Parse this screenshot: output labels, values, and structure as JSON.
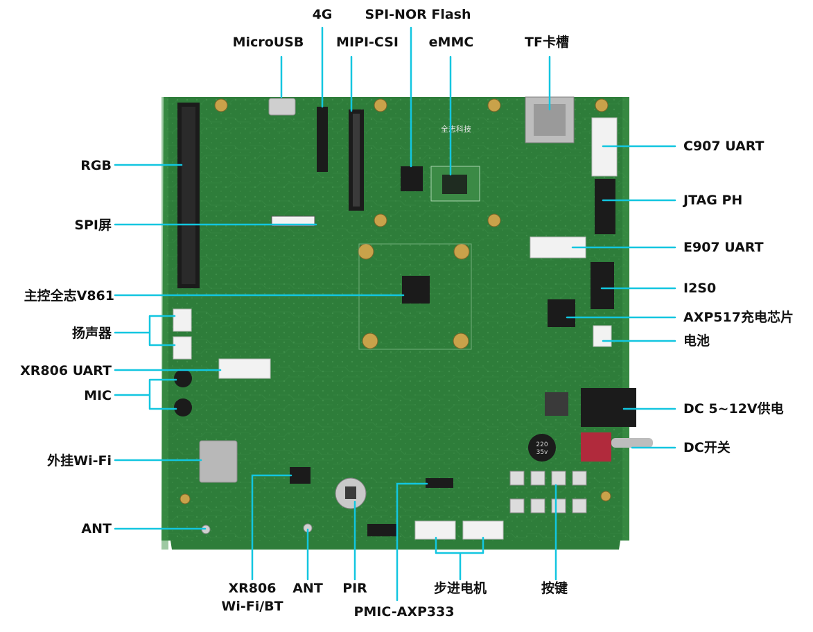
{
  "colors": {
    "pcb": "#2e7d3a",
    "pcb_dark": "#1f5e2b",
    "pcb_edge": "#3e9448",
    "callout": "#12c6e0",
    "text": "#111111",
    "gold": "#c9a24a",
    "black_part": "#1b1b1b",
    "white_part": "#f2f2f2",
    "cap_label": "#d6d6d6"
  },
  "labels": {
    "mipi_csi": "MIPI-CSI",
    "spi_nor": "SPI-NOR Flash",
    "emmc": "eMMC",
    "tf_slot": "TF卡槽",
    "usb": "MicroUSB",
    "g4": "4G",
    "rgb": "RGB",
    "spi_screen": "SPI屏",
    "main_soc": "主控全志V861",
    "speaker": "扬声器",
    "xr806_uart": "XR806 UART",
    "mic": "MIC",
    "ext_wifi": "外挂Wi-Fi",
    "ant_left": "ANT",
    "xr806_wifi_line1": "XR806",
    "xr806_wifi_line2": "Wi-Fi/BT",
    "ant_bottom": "ANT",
    "pir": "PIR",
    "pmic": "PMIC-AXP333",
    "stepper": "步进电机",
    "keys": "按键",
    "c907_uart": "C907 UART",
    "jtag": "JTAG PH",
    "e907_uart": "E907 UART",
    "i2s0": "I2S0",
    "axp517": "AXP517充电芯片",
    "battery": "电池",
    "dc_power": "DC 5~12V供电",
    "dc_switch": "DC开关"
  },
  "board_prints": {
    "cap_220": "220",
    "cap_35v": "35v",
    "logo_text": "全志科技"
  }
}
